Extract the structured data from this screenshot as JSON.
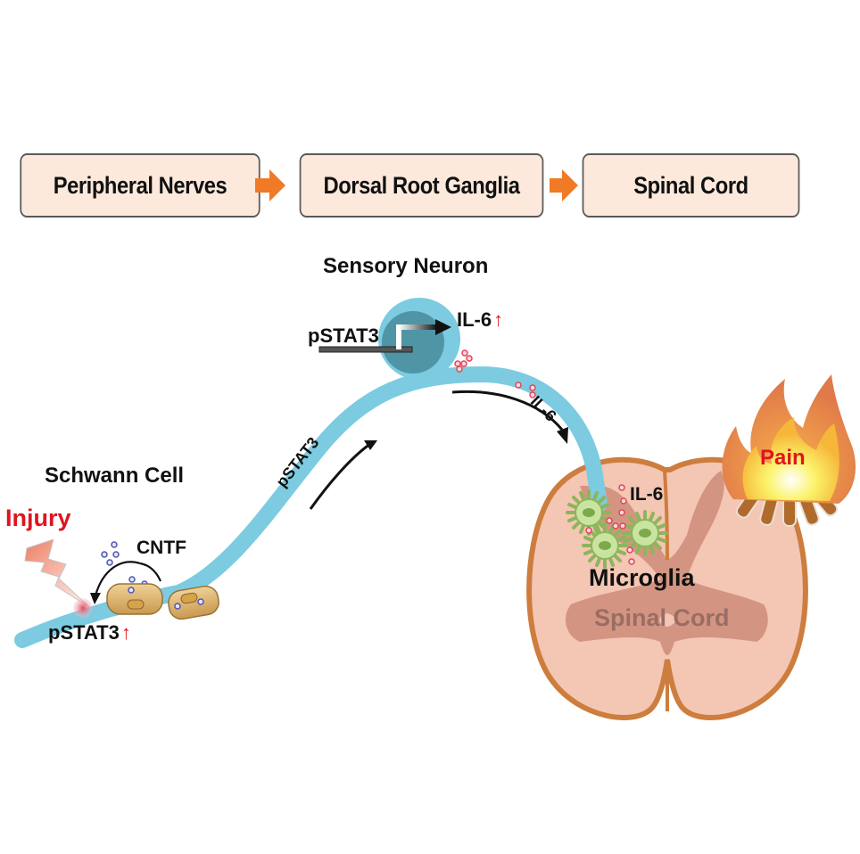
{
  "flow": {
    "steps": [
      "Peripheral Nerves",
      "Dorsal Root Ganglia",
      "Spinal Cord"
    ],
    "arrow_color": "#f07a25",
    "box_fill": "#fde9dc"
  },
  "labels": {
    "sensory_neuron": "Sensory Neuron",
    "neuron_pstat3": "pSTAT3",
    "neuron_il6": "IL-6",
    "up_arrow": "↑",
    "schwann_cell": "Schwann Cell",
    "injury": "Injury",
    "cntf": "CNTF",
    "schwann_pstat3": "pSTAT3",
    "axon_pstat3": "pSTAT3",
    "axon_il6": "IL-6",
    "cord_il6": "IL-6",
    "microglia": "Microglia",
    "spinal_cord": "Spinal Cord",
    "pain": "Pain"
  },
  "colors": {
    "nerve": "#7ccbe0",
    "red_text": "#e0141e",
    "cord_white": "#f4c6b4",
    "cord_grey": "#cf8f7c",
    "cord_border": "#cd7d3e",
    "microglia": "#c9e4a0"
  }
}
